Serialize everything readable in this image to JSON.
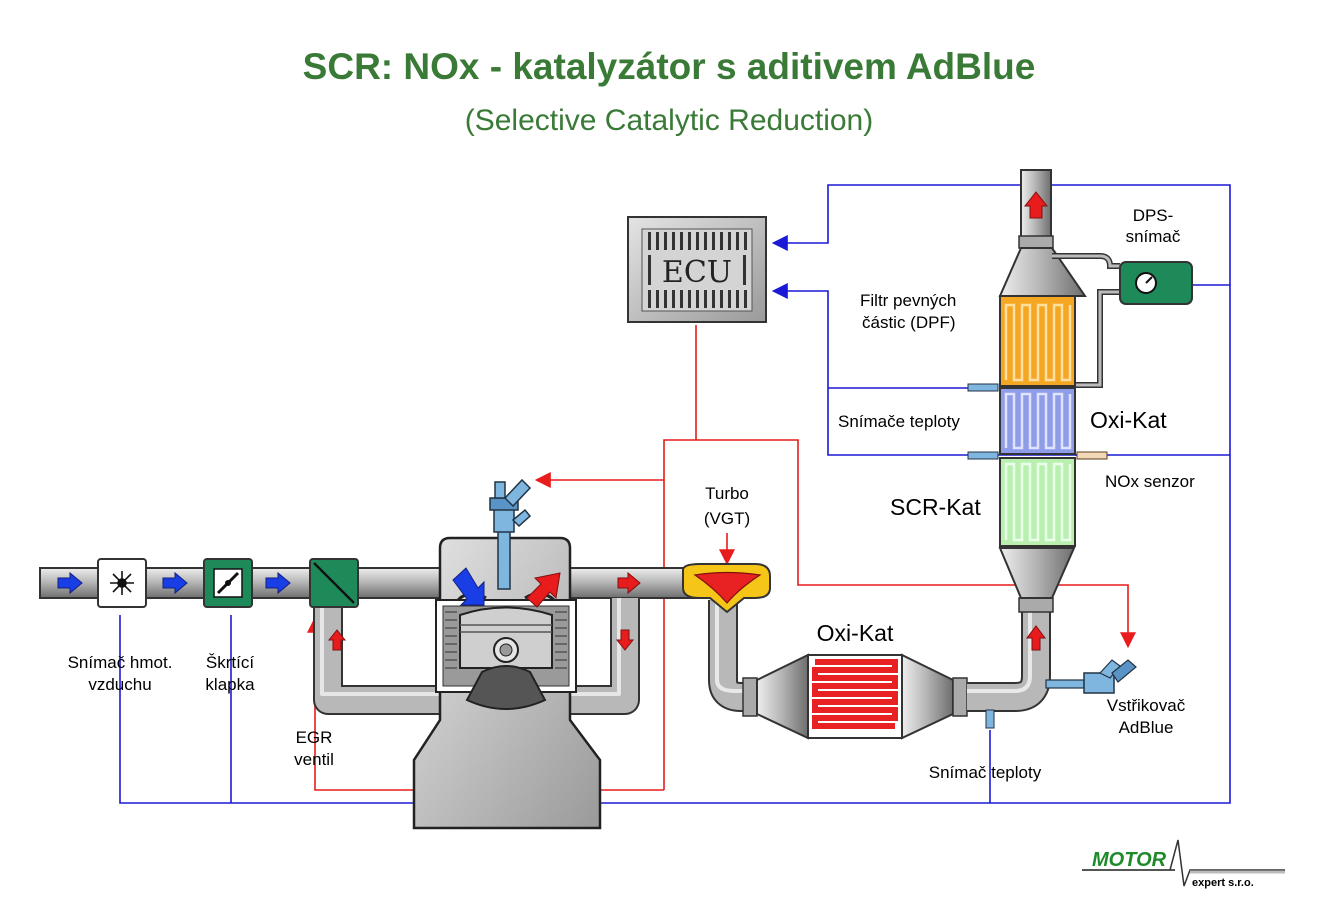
{
  "title": "SCR: NOx - katalyzátor s aditivem AdBlue",
  "subtitle": "(Selective Catalytic Reduction)",
  "ecu_label": "ECU",
  "labels": {
    "maf_line1": "Snímač hmot.",
    "maf_line2": "vzduchu",
    "throttle_line1": "Škrtící",
    "throttle_line2": "klapka",
    "egr_line1": "EGR",
    "egr_line2": "ventil",
    "turbo_line1": "Turbo",
    "turbo_line2": "(VGT)",
    "oxikat_lower": "Oxi-Kat",
    "oxikat_upper": "Oxi-Kat",
    "scr_kat": "SCR-Kat",
    "dpf_line1": "Filtr pevných",
    "dpf_line2": "částic (DPF)",
    "dps_line1": "DPS-",
    "dps_line2": "snímač",
    "temp_sensors": "Snímače teploty",
    "nox_sensor": "NOx senzor",
    "injector_line1": "Vstřikovač",
    "injector_line2": "AdBlue",
    "temp_sensor": "Snímač teploty"
  },
  "logo": {
    "motor": "MOTOR",
    "expert": "expert s.r.o."
  },
  "colors": {
    "title_green": "#3a7a37",
    "signal_blue": "#1a1ad6",
    "signal_red": "#e81c1c",
    "pipe_grey": "#b8b8b8",
    "component_green": "#1e8a5a",
    "dpf_orange": "#f5a623",
    "oxikat_blue": "#8f9de8",
    "scr_green": "#b9f0b0",
    "catalyst_red": "#e82222",
    "turbo_yellow": "#f5c518"
  }
}
